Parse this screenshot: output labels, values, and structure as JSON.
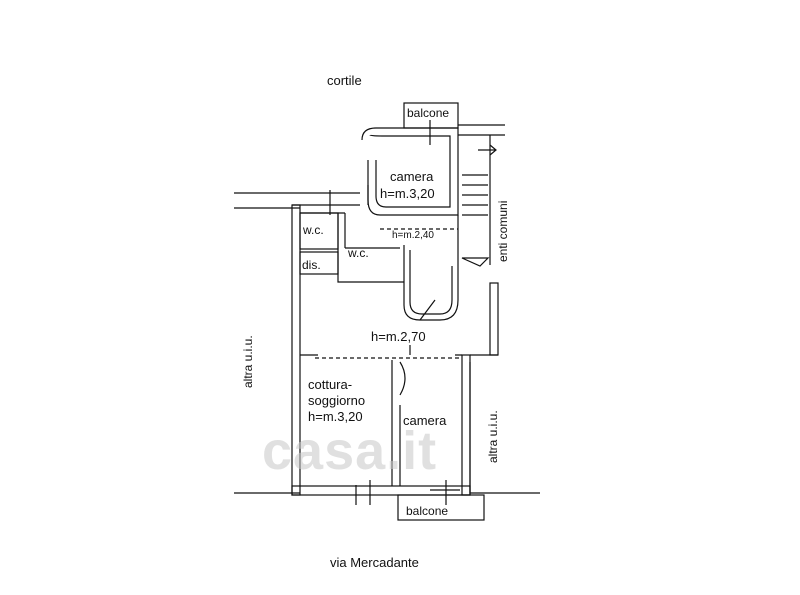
{
  "top_label": "cortile",
  "bottom_label": "via Mercadante",
  "balcony_top": "balcone",
  "balcony_bottom": "balcone",
  "room_camera_top": "camera",
  "room_camera_top_h": "h=m.3,20",
  "corridor_h": "h=m.2,40",
  "wc_left": "w.c.",
  "wc_right": "w.c.",
  "dis": "dis.",
  "common_area": "enti comuni",
  "center_h": "h=m.2,70",
  "living_line1": "cottura-",
  "living_line2": "soggiorno",
  "living_h": "h=m.3,20",
  "room_camera_bottom": "camera",
  "neighbor_left": "altra u.i.u.",
  "neighbor_right": "altra u.i.u.",
  "watermark": "casa.it",
  "colors": {
    "wall": "#111111",
    "watermark": "#c8c8c8"
  }
}
